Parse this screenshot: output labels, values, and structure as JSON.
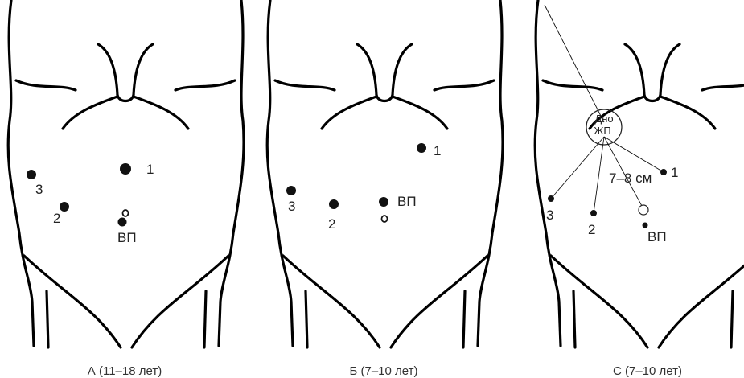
{
  "panels": [
    {
      "id": "A",
      "caption": "А (11–18 лет)",
      "ports": [
        {
          "label": "1"
        },
        {
          "label": "2"
        },
        {
          "label": "3"
        },
        {
          "label": "ВП"
        }
      ]
    },
    {
      "id": "B",
      "caption": "Б (7–10 лет)",
      "ports": [
        {
          "label": "1"
        },
        {
          "label": "2"
        },
        {
          "label": "3"
        },
        {
          "label": "ВП"
        }
      ]
    },
    {
      "id": "C",
      "caption": "С (7–10 лет)",
      "ports": [
        {
          "label": "1"
        },
        {
          "label": "2"
        },
        {
          "label": "3"
        },
        {
          "label": "ВП"
        }
      ],
      "gallbladder_label": [
        "Дно",
        "ЖП"
      ],
      "distance_label": "7–8 см"
    }
  ]
}
